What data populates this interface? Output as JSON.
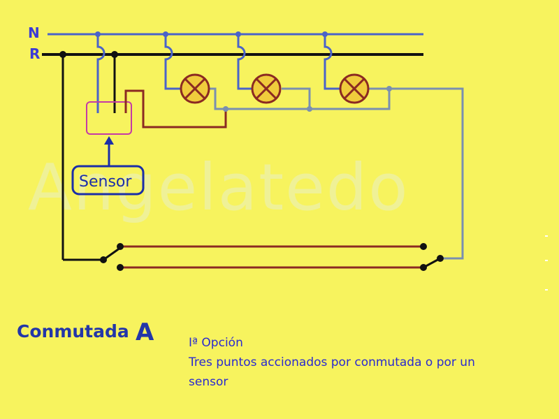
{
  "watermark": "Angelatedo",
  "rails": {
    "neutral": "N",
    "phase": "R"
  },
  "sensor_label": "Sensor",
  "title": {
    "main": "Conmutada",
    "letter": "A"
  },
  "description": {
    "line1": "Iª Opción",
    "line2": "Tres puntos  accionados por conmutada o por un",
    "line3": "sensor"
  },
  "colors": {
    "background": "#f7f35e",
    "neutral_wire": "#4a63c9",
    "return_wire": "#7a8fb0",
    "phase_wire": "#111111",
    "traveler_wire": "#8b2a22",
    "lamp_fill": "#f0cc3c",
    "lamp_stroke": "#8b2a22",
    "sensor_box": "#c43aa6",
    "text": "#2336a8"
  },
  "icons": [
    "lamp-icon",
    "lamp-icon",
    "lamp-icon",
    "switch-icon",
    "switch-icon",
    "arrow-up-icon"
  ]
}
